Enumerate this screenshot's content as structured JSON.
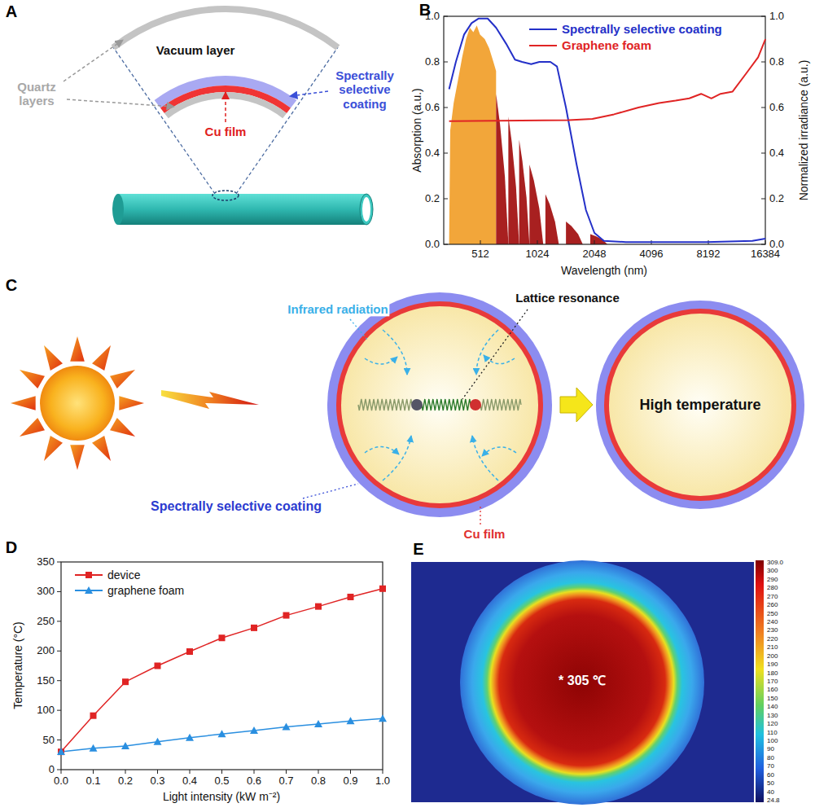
{
  "diagram": {
    "nodes": [
      {
        "text": [
          "High temperature"
        ]
      }
    ],
    "labels": [
      "A",
      "Vacuum layer",
      "Quartz layers",
      "Spectrally selective coating",
      "Cu film",
      "B",
      "Absorption (a.u.)",
      "Normalized irradiance (a.u.)",
      "Wavelength (nm)",
      "0.0",
      "0.2",
      "0.4",
      "0.6",
      "0.8",
      "1.0",
      "0.0",
      "0.2",
      "0.4",
      "0.6",
      "0.8",
      "1.0",
      "512",
      "1024",
      "2048",
      "4096",
      "8192",
      "16384",
      "C",
      "Infrared radiation",
      "Lattice resonance",
      "Spectrally selective coating",
      "Cu film",
      "D",
      "Temperature (°C)",
      "Light intensity (kW m⁻²)",
      "0",
      "50",
      "100",
      "150",
      "200",
      "250",
      "300",
      "350",
      "0.0",
      "0.1",
      "0.2",
      "0.3",
      "0.4",
      "0.5",
      "0.6",
      "0.7",
      "0.8",
      "0.9",
      "1.0",
      "E",
      "* 305 ℃",
      "309.0",
      "300",
      "290",
      "280",
      "270",
      "260",
      "250",
      "240",
      "230",
      "220",
      "210",
      "200",
      "190",
      "180",
      "170",
      "160",
      "150",
      "140",
      "130",
      "120",
      "110",
      "100",
      "90",
      "80",
      "70",
      "60",
      "50",
      "40",
      "24.8"
    ],
    "legend": [
      {
        "text": "Spectrally selective coating"
      },
      {
        "text": "Graphene foam"
      },
      {
        "text": "device"
      },
      {
        "text": "graphene foam"
      }
    ]
  }
}
